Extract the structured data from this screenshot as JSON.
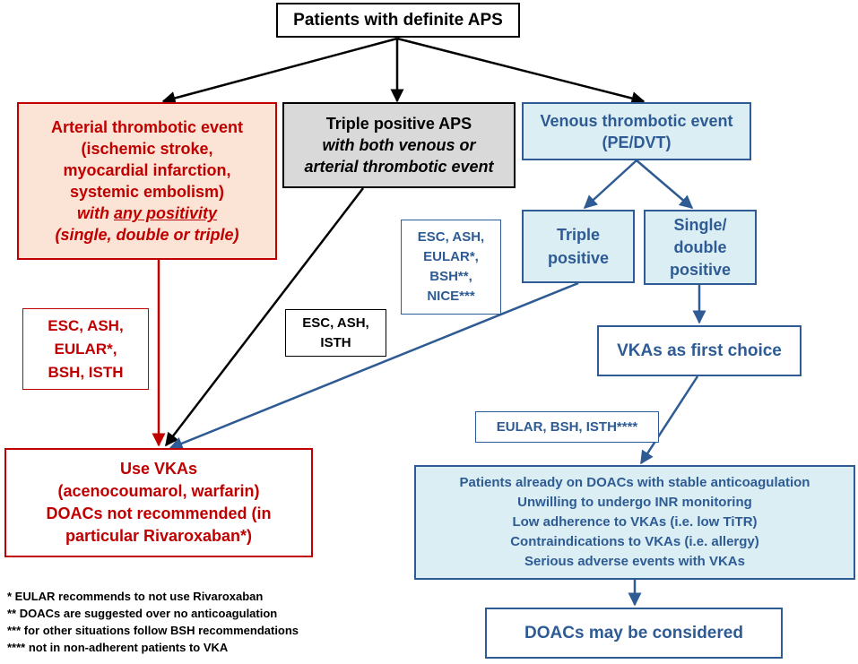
{
  "root": "Patients with definite APS",
  "arterial": {
    "lines": [
      "Arterial thrombotic event",
      "(ischemic stroke,",
      "myocardial infarction,",
      "systemic embolism)"
    ],
    "with_prefix": "with ",
    "any_positivity": "any positivity",
    "paren": "(single, double or triple)"
  },
  "triple_aps": {
    "title": "Triple positive APS",
    "lines": [
      "with both venous or",
      "arterial thrombotic event"
    ]
  },
  "venous": {
    "lines": [
      "Venous thrombotic event",
      "(PE/DVT)"
    ]
  },
  "triple_positive": [
    "Triple",
    "positive"
  ],
  "single_double": [
    "Single/",
    "double",
    "positive"
  ],
  "guideline_red": [
    "ESC, ASH,",
    "EULAR*,",
    "BSH, ISTH"
  ],
  "guideline_black": [
    "ESC, ASH,",
    "ISTH"
  ],
  "guideline_blue": [
    "ESC, ASH,",
    "EULAR*,",
    "BSH**,",
    "NICE***"
  ],
  "vkas_first": "VKAs as first choice",
  "guideline_blue2": "EULAR, BSH, ISTH****",
  "use_vkas": [
    "Use VKAs",
    "(acenocoumarol, warfarin)",
    "DOACs not recommended (in",
    "particular Rivaroxaban*)"
  ],
  "doac_conditions": [
    "Patients already on DOACs with stable anticoagulation",
    "Unwilling to undergo INR monitoring",
    "Low adherence to VKAs (i.e. low TiTR)",
    "Contraindications to VKAs (i.e. allergy)",
    "Serious adverse events with VKAs"
  ],
  "doacs_considered": "DOACs may be considered",
  "footnotes": [
    "* EULAR recommends to not use Rivaroxaban",
    "** DOACs are suggested over no anticoagulation",
    "*** for other situations follow BSH recommendations",
    "**** not in non-adherent patients to VKA"
  ],
  "colors": {
    "red": "#c00000",
    "blue": "#2e5b93",
    "red_fill": "#fbe4d5",
    "blue_fill": "#dbeef4",
    "grey_fill": "#d9d9d9"
  }
}
